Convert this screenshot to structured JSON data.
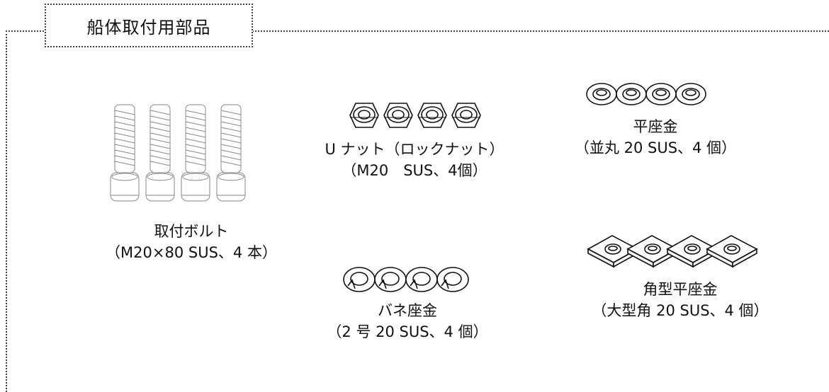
{
  "section": {
    "title": "船体取付用部品"
  },
  "parts": {
    "bolt": {
      "name": "取付ボルト",
      "spec": "（M20×80 SUS、4 本）"
    },
    "unut": {
      "name": "U ナット（ロックナット）",
      "spec": "（M20　SUS、4個）"
    },
    "washer": {
      "name": "平座金",
      "spec": "（並丸 20 SUS、4 個）"
    },
    "spring": {
      "name": "バネ座金",
      "spec": "（2 号 20 SUS、4 個）"
    },
    "square": {
      "name": "角型平座金",
      "spec": "（大型角 20 SUS、4 個）"
    }
  }
}
